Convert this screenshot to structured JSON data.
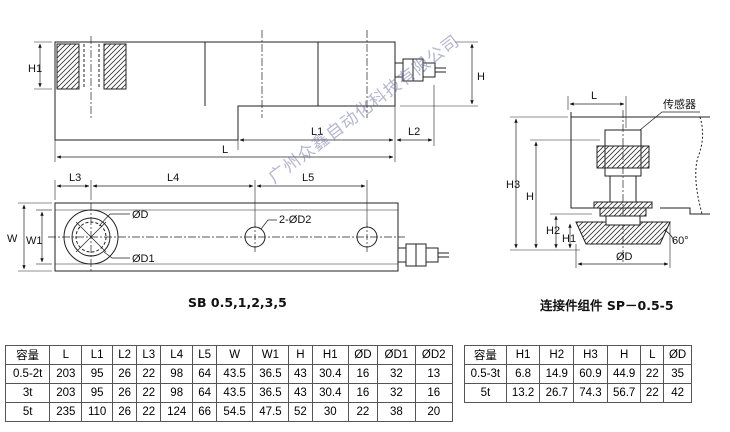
{
  "watermark": "广州众鑫自动化科技有限公司",
  "captions": {
    "left": "SB 0.5,1,2,3,5",
    "right": "连接件组件 SP－0.5-5"
  },
  "labels": {
    "h1": "H1",
    "h": "H",
    "l1": "L1",
    "l2": "L2",
    "l": "L",
    "l3": "L3",
    "l4": "L4",
    "l5": "L5",
    "w": "W",
    "w1": "W1",
    "od": "ØD",
    "od1": "ØD1",
    "od2": "2-ØD2",
    "r_l": "L",
    "sensor": "传感器",
    "r_h3": "H3",
    "r_h": "H",
    "r_h2": "H2",
    "r_h1": "H1",
    "r_od": "ØD",
    "r_ang": "60°"
  },
  "table_left": {
    "headers": [
      "容量",
      "L",
      "L1",
      "L2",
      "L3",
      "L4",
      "L5",
      "W",
      "W1",
      "H",
      "H1",
      "ØD",
      "ØD1",
      "ØD2"
    ],
    "rows": [
      [
        "0.5-2t",
        "203",
        "95",
        "26",
        "22",
        "98",
        "64",
        "43.5",
        "36.5",
        "43",
        "30.4",
        "16",
        "32",
        "13"
      ],
      [
        "3t",
        "203",
        "95",
        "26",
        "22",
        "98",
        "64",
        "43.5",
        "36.5",
        "43",
        "30.4",
        "16",
        "32",
        "16"
      ],
      [
        "5t",
        "235",
        "110",
        "26",
        "22",
        "124",
        "66",
        "54.5",
        "47.5",
        "52",
        "30",
        "22",
        "38",
        "20"
      ]
    ]
  },
  "table_right": {
    "headers": [
      "容量",
      "H1",
      "H2",
      "H3",
      "H",
      "L",
      "ØD"
    ],
    "rows": [
      [
        "0.5-3t",
        "6.8",
        "14.9",
        "60.9",
        "44.9",
        "22",
        "35"
      ],
      [
        "5t",
        "13.2",
        "26.7",
        "74.3",
        "56.7",
        "22",
        "42"
      ]
    ]
  }
}
